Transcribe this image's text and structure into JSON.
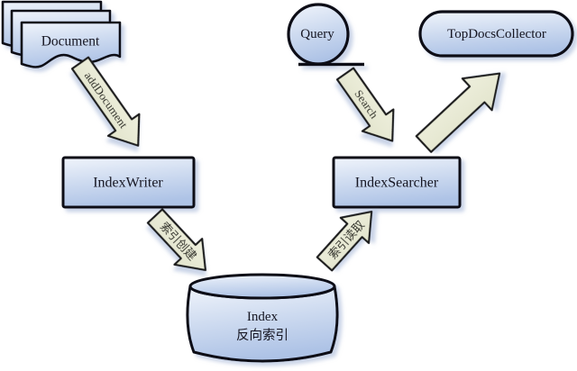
{
  "diagram": {
    "nodes": {
      "document": {
        "label": "Document",
        "shape": "document-stack"
      },
      "index_writer": {
        "label": "IndexWriter",
        "shape": "rectangle"
      },
      "index": {
        "label": "Index",
        "sublabel": "反向索引",
        "shape": "cylinder"
      },
      "query": {
        "label": "Query",
        "shape": "circle"
      },
      "index_searcher": {
        "label": "IndexSearcher",
        "shape": "rectangle"
      },
      "top_docs_collector": {
        "label": "TopDocsCollector",
        "shape": "stadium"
      }
    },
    "edges": {
      "add_document": {
        "label": "addDocument",
        "from": "Document",
        "to": "IndexWriter"
      },
      "index_create": {
        "label": "索引创建",
        "from": "IndexWriter",
        "to": "Index"
      },
      "search": {
        "label": "Search",
        "from": "Query",
        "to": "IndexSearcher"
      },
      "index_read": {
        "label": "索引读取",
        "from": "Index",
        "to": "IndexSearcher"
      },
      "collect": {
        "label": "",
        "from": "IndexSearcher",
        "to": "TopDocsCollector"
      }
    },
    "colors": {
      "background": "#ffffff",
      "node_fill_top": "#eef3fb",
      "node_fill_bottom": "#b0c4e6",
      "node_border": "#0d0d18",
      "arrow_fill": "#e8e9d5",
      "arrow_border": "#1a1a1a",
      "shadow": "#9fb1d4",
      "text": "#141420"
    }
  }
}
